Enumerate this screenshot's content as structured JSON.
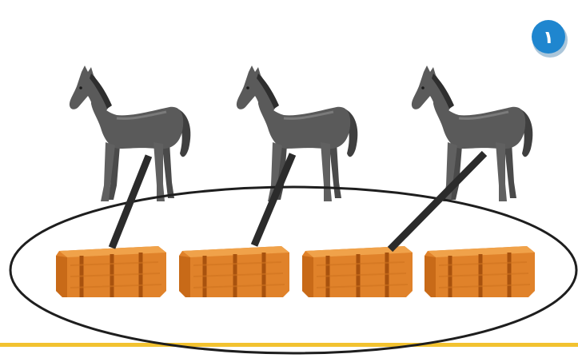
{
  "exercise": {
    "number": "١",
    "badge_color": "#1f86cf",
    "bottom_rule_color": "#f2c230"
  },
  "scene": {
    "horses": [
      {
        "name": "horse-1",
        "icon": "horse-icon",
        "color": "#5a5a5a"
      },
      {
        "name": "horse-2",
        "icon": "horse-icon",
        "color": "#5a5a5a"
      },
      {
        "name": "horse-3",
        "icon": "horse-icon",
        "color": "#5a5a5a"
      }
    ],
    "hay_bales": [
      {
        "name": "hay-bale-1",
        "icon": "hay-bale-icon",
        "color": "#e0822a"
      },
      {
        "name": "hay-bale-2",
        "icon": "hay-bale-icon",
        "color": "#e0822a"
      },
      {
        "name": "hay-bale-3",
        "icon": "hay-bale-icon",
        "color": "#e0822a"
      },
      {
        "name": "hay-bale-4",
        "icon": "hay-bale-icon",
        "color": "#e0822a"
      }
    ],
    "matching_lines": [
      {
        "from": "horse-1",
        "to": "hay-bale-1"
      },
      {
        "from": "horse-2",
        "to": "hay-bale-2"
      },
      {
        "from": "horse-3",
        "to": "hay-bale-3"
      }
    ],
    "grouping_ellipse": {
      "encloses": [
        "hay-bale-1",
        "hay-bale-2",
        "hay-bale-3",
        "hay-bale-4"
      ]
    }
  }
}
